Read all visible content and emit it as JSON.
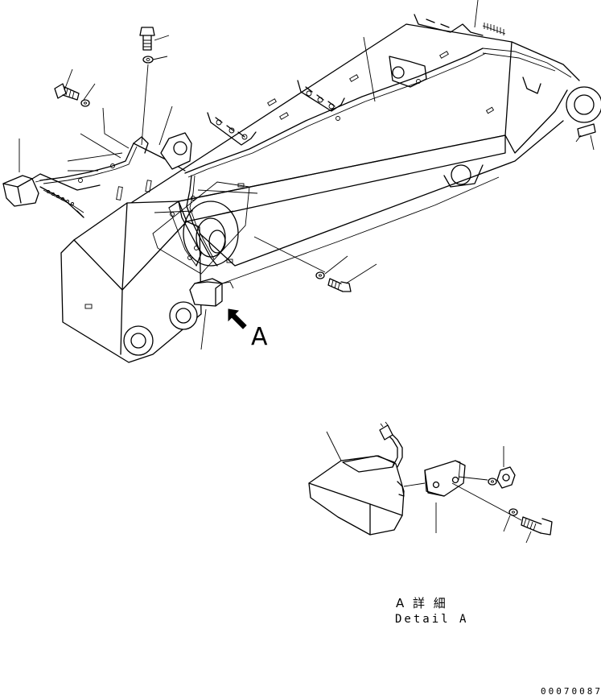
{
  "view_letter": "A",
  "detail_caption": {
    "japanese": "A 詳 細",
    "english": "Detail A"
  },
  "drawing_number": "00070087"
}
